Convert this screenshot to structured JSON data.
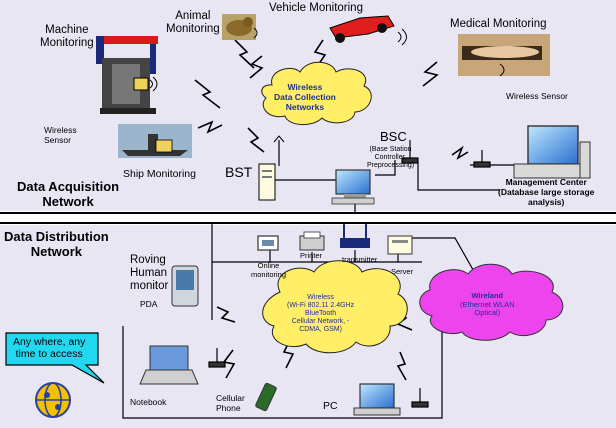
{
  "acquisition": {
    "title_line1": "Data Acquisition",
    "title_line2": "Network",
    "machine_monitoring_line1": "Machine",
    "machine_monitoring_line2": "Monitoring",
    "animal_monitoring_line1": "Animal",
    "animal_monitoring_line2": "Monitoring",
    "vehicle_monitoring": "Vehicle Monitoring",
    "medical_monitoring": "Medical Monitoring",
    "wireless_sensor_left_line1": "Wireless",
    "wireless_sensor_left_line2": "Sensor",
    "wireless_sensor_right": "Wireless Sensor",
    "ship_monitoring": "Ship Monitoring",
    "cloud_line1": "Wireless",
    "cloud_line2": "Data Collection",
    "cloud_line3": "Networks",
    "bst": "BST",
    "bsc_title": "BSC",
    "bsc_line1": "(Base Station",
    "bsc_line2": "Controller,",
    "bsc_line3": "Preprocessing)",
    "mgmt_line1": "Management Center",
    "mgmt_line2": "(Database large storage",
    "mgmt_line3": "analysis)"
  },
  "distribution": {
    "title_line1": "Data Distribution",
    "title_line2": "Network",
    "online_monitoring_line1": "Online",
    "online_monitoring_line2": "monitoring",
    "printer": "Printer",
    "transmitter": "transmitter",
    "server": "Server",
    "roving_line1": "Roving",
    "roving_line2": "Human",
    "roving_line3": "monitor",
    "pda": "PDA",
    "wireless_cloud_line1": "Wireless",
    "wireless_cloud_line2": "(Wi-Fi 802.11 2.4GHz",
    "wireless_cloud_line3": "BlueTooth",
    "wireless_cloud_line4": "Cellular Network, -",
    "wireless_cloud_line5": "CDMA, GSM)",
    "wireland_line1": "Wireland",
    "wireland_line2": "(Ethernet WLAN",
    "wireland_line3": "Optical)",
    "callout_line1": "Any where, any",
    "callout_line2": "time to access",
    "notebook": "Notebook",
    "cellular_line1": "Cellular",
    "cellular_line2": "Phone",
    "pc": "PC"
  },
  "colors": {
    "background": "#e9e6f4",
    "cloud_yellow": "#ffee66",
    "wireland_magenta": "#ee44ee",
    "callout_cyan": "#22d8f0",
    "bus_line": "#000000",
    "cloud_text": "#1f2f9a"
  },
  "icons": [
    "lightning-bolt-icon",
    "antenna-icon",
    "computer-icon",
    "printer-icon",
    "router-icon",
    "server-icon",
    "pda-icon",
    "notebook-icon",
    "phone-icon",
    "globe-icon",
    "speaker-sensor-icon"
  ]
}
